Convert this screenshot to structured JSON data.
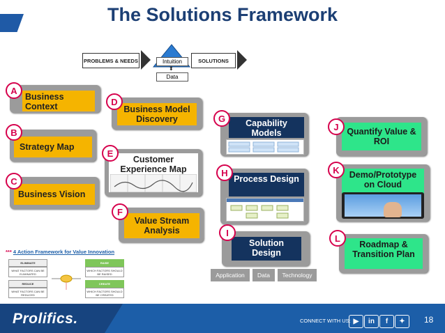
{
  "title": "The Solutions Framework",
  "header": {
    "problems_label": "PROBLEMS & NEEDS",
    "solutions_label": "SOLUTIONS",
    "intuition_label": "Intuition",
    "data_label": "Data"
  },
  "cards": {
    "A": {
      "letter": "A",
      "text": "Business Context"
    },
    "B": {
      "letter": "B",
      "text": "Strategy Map"
    },
    "C": {
      "letter": "C",
      "text": "Business Vision"
    },
    "D": {
      "letter": "D",
      "text": "Business Model Discovery"
    },
    "E": {
      "letter": "E",
      "text": "Customer Experience Map"
    },
    "F": {
      "letter": "F",
      "text": "Value Stream Analysis"
    },
    "G": {
      "letter": "G",
      "text": "Capability Models"
    },
    "H": {
      "letter": "H",
      "text": "Process Design"
    },
    "I": {
      "letter": "I",
      "text": "Solution Design"
    },
    "J": {
      "letter": "J",
      "text": "Quantify Value & ROI"
    },
    "K": {
      "letter": "K",
      "text": "Demo/Prototype on Cloud"
    },
    "L": {
      "letter": "L",
      "text": "Roadmap & Transition Plan"
    }
  },
  "tags": [
    "Application",
    "Data",
    "Technology"
  ],
  "action_framework": {
    "stars": "***",
    "title": "4 Action Framework for Value Innovation",
    "eliminate": "ELIMINATE",
    "eliminate_q": "WHAT FACTORS CAN BE ELIMINATED",
    "reduce": "REDUCE",
    "reduce_q": "WHAT FACTORS CAN BE REDUCED",
    "raise": "RAISE",
    "raise_q": "WHICH FACTORS SHOULD BE RAISED",
    "create": "CREATE",
    "create_q": "WHICH FACTORS SHOULD BE CREATED"
  },
  "footer": {
    "brand": "Prolifics.",
    "connect": "CONNECT WITH US:",
    "page": "18",
    "social": [
      "YouTube",
      "in",
      "f",
      "twitter"
    ]
  },
  "colors": {
    "title": "#1c3f74",
    "badge": "#d6004c",
    "yellow_note": "#f5b400",
    "navy_note": "#14335e",
    "green_note": "#2ee58a",
    "card_gray": "#9b9b9b",
    "footer": "#1c5ea8"
  }
}
